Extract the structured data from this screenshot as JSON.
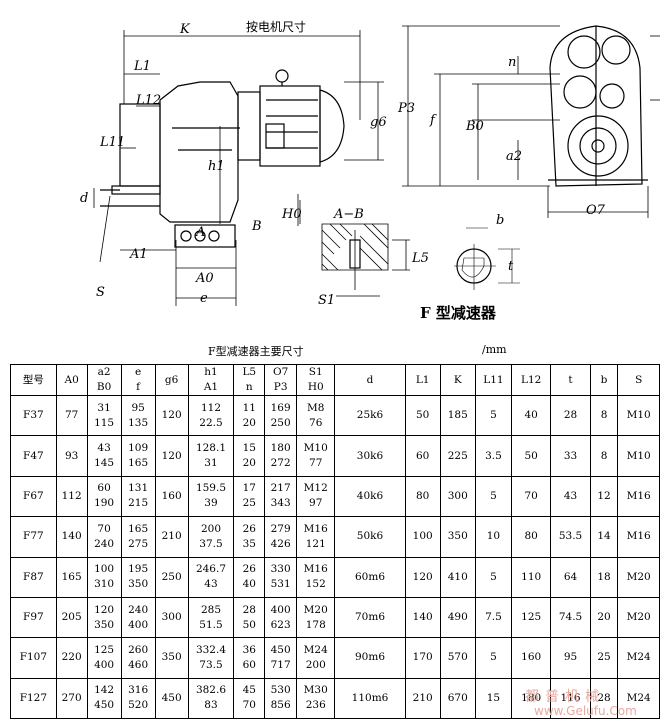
{
  "drawing": {
    "dim_K": "K",
    "note_motor": "按电机尺寸",
    "dim_L1": "L1",
    "dim_L12": "L12",
    "dim_L11": "L11",
    "dim_d": "d",
    "dim_S": "S",
    "dim_A1": "A1",
    "dim_A": "A",
    "dim_A0": "A0",
    "dim_e": "e",
    "dim_h1": "h1",
    "dim_B": "B",
    "dim_H0": "H0",
    "dim_g6": "g6",
    "dim_P3": "P3",
    "dim_f": "f",
    "dim_B0": "B0",
    "dim_n": "n",
    "dim_a2": "a2",
    "dim_O7": "O7",
    "section_label": "A−B",
    "dim_L5": "L5",
    "dim_S1": "S1",
    "dim_b": "b",
    "dim_t": "t",
    "title": "F 型减速器"
  },
  "table_caption": "F型减速器主要尺寸",
  "unit": "/mm",
  "headers": [
    [
      "型号"
    ],
    [
      "A0"
    ],
    [
      "a2",
      "B0"
    ],
    [
      "e",
      "f"
    ],
    [
      "g6"
    ],
    [
      "h1",
      "A1"
    ],
    [
      "L5",
      "n"
    ],
    [
      "O7",
      "P3"
    ],
    [
      "S1",
      "H0"
    ],
    [
      "d"
    ],
    [
      "L1"
    ],
    [
      "K"
    ],
    [
      "L11"
    ],
    [
      "L12"
    ],
    [
      "t"
    ],
    [
      "b"
    ],
    [
      "S"
    ]
  ],
  "rows": [
    [
      [
        "F37"
      ],
      [
        "77"
      ],
      [
        "31",
        "115"
      ],
      [
        "95",
        "135"
      ],
      [
        "120"
      ],
      [
        "112",
        "22.5"
      ],
      [
        "11",
        "20"
      ],
      [
        "169",
        "250"
      ],
      [
        "M8",
        "76"
      ],
      [
        "25k6"
      ],
      [
        "50"
      ],
      [
        "185"
      ],
      [
        "5"
      ],
      [
        "40"
      ],
      [
        "28"
      ],
      [
        "8"
      ],
      [
        "M10"
      ]
    ],
    [
      [
        "F47"
      ],
      [
        "93"
      ],
      [
        "43",
        "145"
      ],
      [
        "109",
        "165"
      ],
      [
        "120"
      ],
      [
        "128.1",
        "31"
      ],
      [
        "15",
        "20"
      ],
      [
        "180",
        "272"
      ],
      [
        "M10",
        "77"
      ],
      [
        "30k6"
      ],
      [
        "60"
      ],
      [
        "225"
      ],
      [
        "3.5"
      ],
      [
        "50"
      ],
      [
        "33"
      ],
      [
        "8"
      ],
      [
        "M10"
      ]
    ],
    [
      [
        "F67"
      ],
      [
        "112"
      ],
      [
        "60",
        "190"
      ],
      [
        "131",
        "215"
      ],
      [
        "160"
      ],
      [
        "159.5",
        "39"
      ],
      [
        "17",
        "25"
      ],
      [
        "217",
        "343"
      ],
      [
        "M12",
        "97"
      ],
      [
        "40k6"
      ],
      [
        "80"
      ],
      [
        "300"
      ],
      [
        "5"
      ],
      [
        "70"
      ],
      [
        "43"
      ],
      [
        "12"
      ],
      [
        "M16"
      ]
    ],
    [
      [
        "F77"
      ],
      [
        "140"
      ],
      [
        "70",
        "240"
      ],
      [
        "165",
        "275"
      ],
      [
        "210"
      ],
      [
        "200",
        "37.5"
      ],
      [
        "26",
        "35"
      ],
      [
        "279",
        "426"
      ],
      [
        "M16",
        "121"
      ],
      [
        "50k6"
      ],
      [
        "100"
      ],
      [
        "350"
      ],
      [
        "10"
      ],
      [
        "80"
      ],
      [
        "53.5"
      ],
      [
        "14"
      ],
      [
        "M16"
      ]
    ],
    [
      [
        "F87"
      ],
      [
        "165"
      ],
      [
        "100",
        "310"
      ],
      [
        "195",
        "350"
      ],
      [
        "250"
      ],
      [
        "246.7",
        "43"
      ],
      [
        "26",
        "40"
      ],
      [
        "330",
        "531"
      ],
      [
        "M16",
        "152"
      ],
      [
        "60m6"
      ],
      [
        "120"
      ],
      [
        "410"
      ],
      [
        "5"
      ],
      [
        "110"
      ],
      [
        "64"
      ],
      [
        "18"
      ],
      [
        "M20"
      ]
    ],
    [
      [
        "F97"
      ],
      [
        "205"
      ],
      [
        "120",
        "350"
      ],
      [
        "240",
        "400"
      ],
      [
        "300"
      ],
      [
        "285",
        "51.5"
      ],
      [
        "28",
        "50"
      ],
      [
        "400",
        "623"
      ],
      [
        "M20",
        "178"
      ],
      [
        "70m6"
      ],
      [
        "140"
      ],
      [
        "490"
      ],
      [
        "7.5"
      ],
      [
        "125"
      ],
      [
        "74.5"
      ],
      [
        "20"
      ],
      [
        "M20"
      ]
    ],
    [
      [
        "F107"
      ],
      [
        "220"
      ],
      [
        "125",
        "400"
      ],
      [
        "260",
        "460"
      ],
      [
        "350"
      ],
      [
        "332.4",
        "73.5"
      ],
      [
        "36",
        "60"
      ],
      [
        "450",
        "717"
      ],
      [
        "M24",
        "200"
      ],
      [
        "90m6"
      ],
      [
        "170"
      ],
      [
        "570"
      ],
      [
        "5"
      ],
      [
        "160"
      ],
      [
        "95"
      ],
      [
        "25"
      ],
      [
        "M24"
      ]
    ],
    [
      [
        "F127"
      ],
      [
        "270"
      ],
      [
        "142",
        "450"
      ],
      [
        "316",
        "520"
      ],
      [
        "450"
      ],
      [
        "382.6",
        "83"
      ],
      [
        "45",
        "70"
      ],
      [
        "530",
        "856"
      ],
      [
        "M30",
        "236"
      ],
      [
        "110m6"
      ],
      [
        "210"
      ],
      [
        "670"
      ],
      [
        "15"
      ],
      [
        "180"
      ],
      [
        "116"
      ],
      [
        "28"
      ],
      [
        "M24"
      ]
    ]
  ],
  "watermark": {
    "line1": "都普机械",
    "line2": "www.Gelufu.Com"
  }
}
